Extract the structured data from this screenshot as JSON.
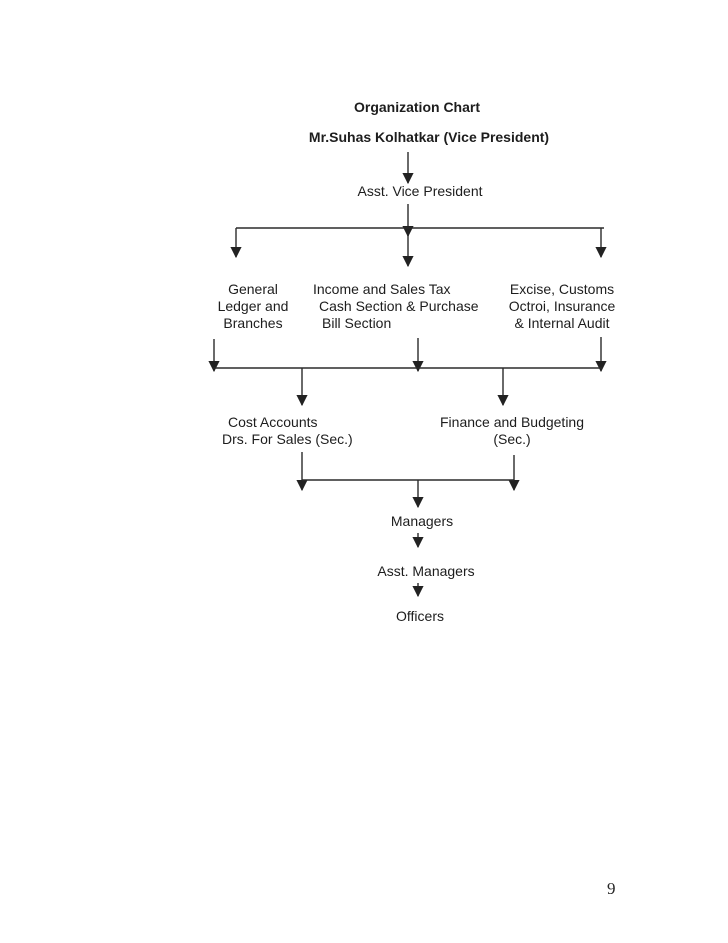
{
  "page": {
    "title": "Organization Chart",
    "page_number": "9"
  },
  "org_chart": {
    "head": "Mr.Suhas Kolhatkar (Vice President)",
    "deputy": "Asst. Vice President",
    "departments": [
      {
        "lines": [
          "General",
          "Ledger and",
          "Branches"
        ]
      },
      {
        "lines": [
          "Income and Sales Tax",
          "Cash Section & Purchase",
          "Bill Section"
        ]
      },
      {
        "lines": [
          "Excise, Customs",
          "Octroi, Insurance",
          "& Internal Audit"
        ]
      }
    ],
    "sections": [
      {
        "lines": [
          "Cost Accounts",
          "Drs. For Sales (Sec.)"
        ]
      },
      {
        "lines": [
          "Finance and Budgeting",
          "(Sec.)"
        ]
      }
    ],
    "chain": [
      "Managers",
      "Asst. Managers",
      "Officers"
    ]
  }
}
